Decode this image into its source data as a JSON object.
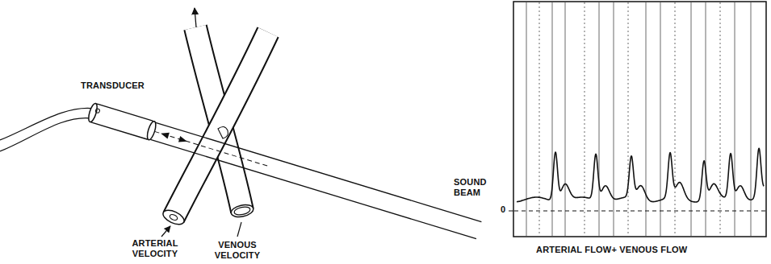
{
  "diagram": {
    "labels": [
      "TRANSDUCER",
      "SOUND BEAM",
      "ARTERIAL VELOCITY",
      "VENOUS VELOCITY",
      "0",
      "ARTERIAL FLOW+ VENOUS FLOW"
    ]
  }
}
